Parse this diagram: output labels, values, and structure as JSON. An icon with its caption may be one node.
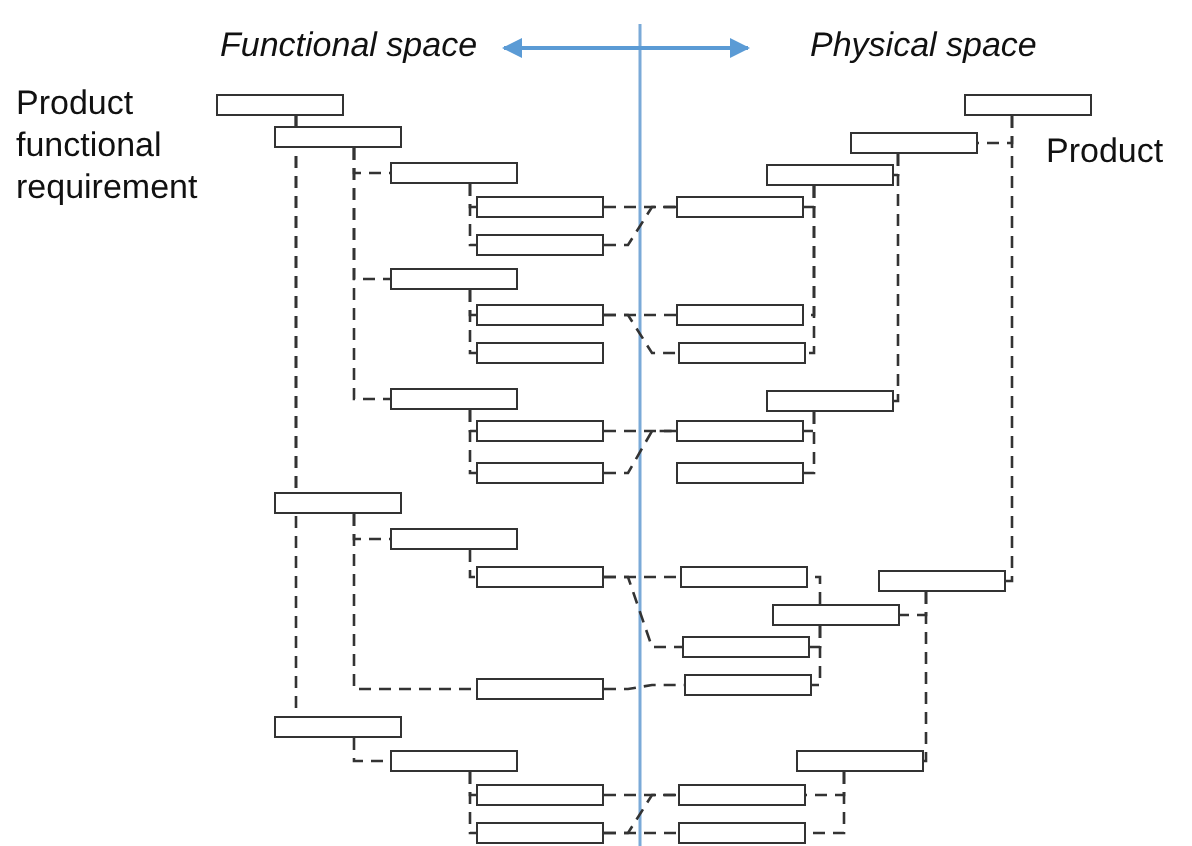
{
  "diagram": {
    "nodes": [
      {
        "text": [],
        "shape": "box",
        "beside": [
          "Product functional requirement"
        ]
      },
      {
        "text": [],
        "shape": "box"
      },
      {
        "text": [],
        "shape": "box"
      },
      {
        "text": [],
        "shape": "box"
      },
      {
        "text": [],
        "shape": "box"
      },
      {
        "text": [],
        "shape": "box"
      },
      {
        "text": [],
        "shape": "box"
      },
      {
        "text": [],
        "shape": "box"
      },
      {
        "text": [],
        "shape": "box"
      },
      {
        "text": [],
        "shape": "box"
      },
      {
        "text": [],
        "shape": "box"
      },
      {
        "text": [],
        "shape": "box"
      },
      {
        "text": [],
        "shape": "box"
      },
      {
        "text": [],
        "shape": "box"
      },
      {
        "text": [],
        "shape": "box"
      },
      {
        "text": [],
        "shape": "box"
      },
      {
        "text": [],
        "shape": "box"
      },
      {
        "text": [],
        "shape": "box"
      },
      {
        "text": [],
        "shape": "box"
      },
      {
        "text": [],
        "shape": "box",
        "beside": [
          "Product"
        ]
      },
      {
        "text": [],
        "shape": "box"
      },
      {
        "text": [],
        "shape": "box"
      },
      {
        "text": [],
        "shape": "box"
      },
      {
        "text": [],
        "shape": "box"
      },
      {
        "text": [],
        "shape": "box"
      },
      {
        "text": [],
        "shape": "box"
      },
      {
        "text": [],
        "shape": "box"
      },
      {
        "text": [],
        "shape": "box"
      },
      {
        "text": [],
        "shape": "box"
      },
      {
        "text": [],
        "shape": "box"
      },
      {
        "text": [],
        "shape": "box"
      },
      {
        "text": [],
        "shape": "box"
      },
      {
        "text": [],
        "shape": "box"
      },
      {
        "text": [],
        "shape": "box"
      },
      {
        "text": [],
        "shape": "box"
      },
      {
        "text": [],
        "shape": "box"
      }
    ],
    "edges": [
      {
        "from": 0,
        "to": 1,
        "arrow": "none",
        "style": "dashed"
      },
      {
        "from": 0,
        "to": 11,
        "arrow": "none",
        "style": "dashed"
      },
      {
        "from": 0,
        "to": 15,
        "arrow": "none",
        "style": "dashed"
      },
      {
        "from": 1,
        "to": 2,
        "arrow": "none",
        "style": "dashed"
      },
      {
        "from": 1,
        "to": 5,
        "arrow": "none",
        "style": "dashed"
      },
      {
        "from": 1,
        "to": 8,
        "arrow": "none",
        "style": "dashed"
      },
      {
        "from": 2,
        "to": 3,
        "arrow": "none",
        "style": "dashed"
      },
      {
        "from": 2,
        "to": 4,
        "arrow": "none",
        "style": "dashed"
      },
      {
        "from": 5,
        "to": 6,
        "arrow": "none",
        "style": "dashed"
      },
      {
        "from": 5,
        "to": 7,
        "arrow": "none",
        "style": "dashed"
      },
      {
        "from": 8,
        "to": 9,
        "arrow": "none",
        "style": "dashed"
      },
      {
        "from": 8,
        "to": 10,
        "arrow": "none",
        "style": "dashed"
      },
      {
        "from": 11,
        "to": 12,
        "arrow": "none",
        "style": "dashed"
      },
      {
        "from": 11,
        "to": 14,
        "arrow": "none",
        "style": "dashed"
      },
      {
        "from": 12,
        "to": 13,
        "arrow": "none",
        "style": "dashed"
      },
      {
        "from": 15,
        "to": 16,
        "arrow": "none",
        "style": "dashed"
      },
      {
        "from": 16,
        "to": 17,
        "arrow": "none",
        "style": "dashed"
      },
      {
        "from": 16,
        "to": 18,
        "arrow": "none",
        "style": "dashed"
      },
      {
        "from": 19,
        "to": 20,
        "arrow": "none",
        "style": "dashed"
      },
      {
        "from": 19,
        "to": 28,
        "arrow": "none",
        "style": "dashed"
      },
      {
        "from": 20,
        "to": 21,
        "arrow": "none",
        "style": "dashed"
      },
      {
        "from": 20,
        "to": 25,
        "arrow": "none",
        "style": "dashed"
      },
      {
        "from": 21,
        "to": 22,
        "arrow": "none",
        "style": "dashed"
      },
      {
        "from": 21,
        "to": 23,
        "arrow": "none",
        "style": "dashed"
      },
      {
        "from": 21,
        "to": 24,
        "arrow": "none",
        "style": "dashed"
      },
      {
        "from": 25,
        "to": 26,
        "arrow": "none",
        "style": "dashed"
      },
      {
        "from": 25,
        "to": 27,
        "arrow": "none",
        "style": "dashed"
      },
      {
        "from": 28,
        "to": 30,
        "arrow": "none",
        "style": "dashed"
      },
      {
        "from": 28,
        "to": 33,
        "arrow": "none",
        "style": "dashed"
      },
      {
        "from": 30,
        "to": 29,
        "arrow": "none",
        "style": "dashed"
      },
      {
        "from": 30,
        "to": 31,
        "arrow": "none",
        "style": "dashed"
      },
      {
        "from": 30,
        "to": 32,
        "arrow": "none",
        "style": "dashed"
      },
      {
        "from": 33,
        "to": 34,
        "arrow": "none",
        "style": "dashed"
      },
      {
        "from": 33,
        "to": 35,
        "arrow": "none",
        "style": "dashed"
      },
      {
        "from": 3,
        "to": 22,
        "arrow": "none",
        "style": "dashed"
      },
      {
        "from": 4,
        "to": 22,
        "arrow": "none",
        "style": "dashed"
      },
      {
        "from": 6,
        "to": 23,
        "arrow": "none",
        "style": "dashed"
      },
      {
        "from": 6,
        "to": 24,
        "arrow": "none",
        "style": "dashed"
      },
      {
        "from": 9,
        "to": 26,
        "arrow": "none",
        "style": "dashed"
      },
      {
        "from": 10,
        "to": 26,
        "arrow": "none",
        "style": "dashed"
      },
      {
        "from": 13,
        "to": 29,
        "arrow": "none",
        "style": "dashed"
      },
      {
        "from": 13,
        "to": 31,
        "arrow": "none",
        "style": "dashed"
      },
      {
        "from": 14,
        "to": 32,
        "arrow": "none",
        "style": "dashed"
      },
      {
        "from": 17,
        "to": 34,
        "arrow": "none",
        "style": "dashed"
      },
      {
        "from": 18,
        "to": 34,
        "arrow": "none",
        "style": "dashed"
      },
      {
        "from": 18,
        "to": 35,
        "arrow": "none",
        "style": "dashed"
      }
    ],
    "labels": [
      "Functional space",
      "Physical space"
    ]
  }
}
